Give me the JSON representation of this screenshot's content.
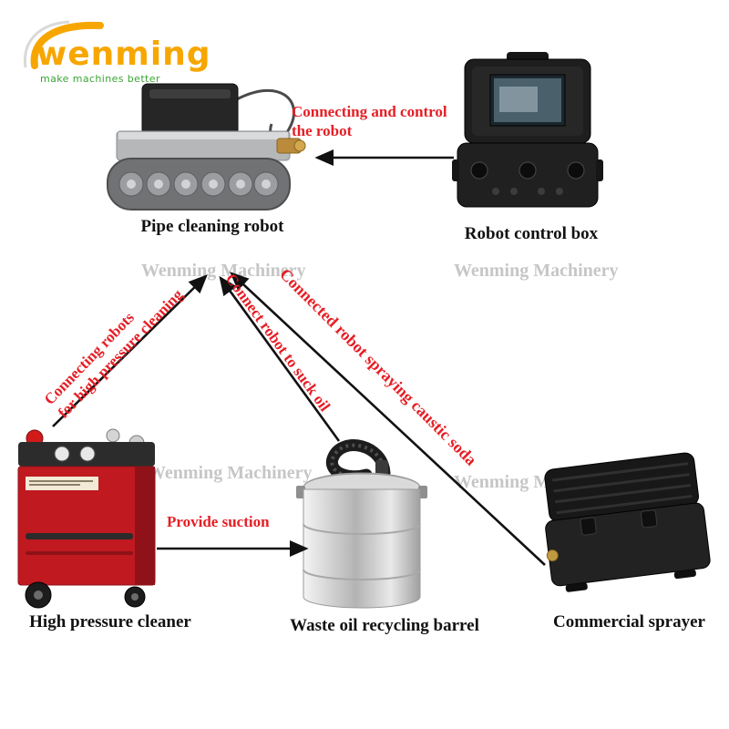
{
  "logo": {
    "brand": "wenming",
    "tagline": "make machines better"
  },
  "watermark": "Wenming Machinery",
  "products": {
    "robot": "Pipe cleaning robot",
    "control_box": "Robot control box",
    "cleaner": "High pressure cleaner",
    "barrel": "Waste oil recycling barrel",
    "sprayer": "Commercial sprayer"
  },
  "connections": {
    "control_line1": "Connecting and control",
    "control_line2": "the robot",
    "suction": "Provide suction",
    "hp_line1": "Connecting robots",
    "hp_line2": "for high pressure cleaning",
    "suck_oil": "Connect robot to suck oil",
    "caustic": "Connected robot spraying caustic soda"
  },
  "colors": {
    "brand_orange": "#f7a600",
    "tagline_green": "#3aa535",
    "annotation_red": "#e51e25",
    "label_black": "#111111",
    "watermark_gray": "#bdbdbd",
    "arrow_black": "#111111",
    "cleaner_red": "#c01920"
  }
}
